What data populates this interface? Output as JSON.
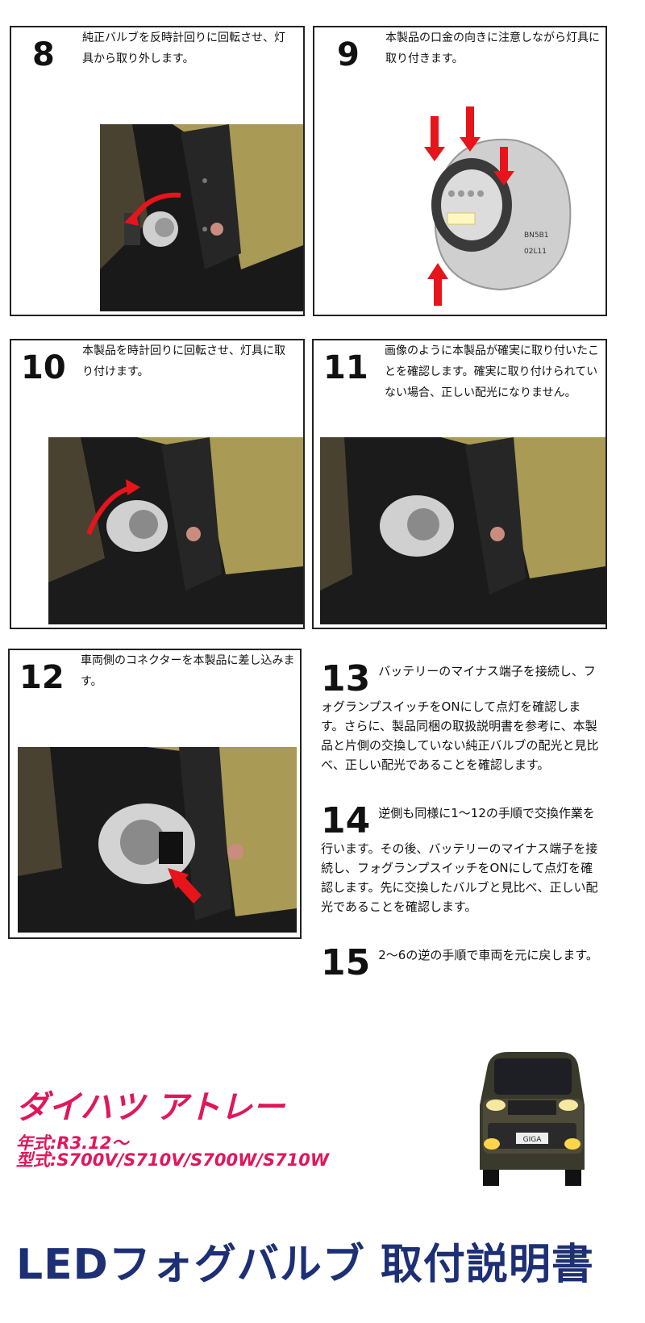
{
  "steps": {
    "s8": {
      "number": "8",
      "text": "純正バルブを反時計回りに回転させ、灯具から取り外します。"
    },
    "s9": {
      "number": "9",
      "text": "本製品の口金の向きに注意しながら灯具に取り付きます。"
    },
    "s10": {
      "number": "10",
      "text": "本製品を時計回りに回転させ、灯具に取り付けます。"
    },
    "s11": {
      "number": "11",
      "text": "画像のように本製品が確実に取り付いたことを確認します。確実に取り付けられていない場合、正しい配光になりません。"
    },
    "s12": {
      "number": "12",
      "text": "車両側のコネクターを本製品に差し込みます。"
    },
    "s13": {
      "number": "13",
      "text": "バッテリーのマイナス端子を接続し、フォグランプスイッチをONにして点灯を確認します。さらに、製品同梱の取扱説明書を参考に、本製品と片側の交換していない純正バルブの配光と見比べ、正しい配光であることを確認します。"
    },
    "s14": {
      "number": "14",
      "text": "逆側も同様に1～12の手順で交換作業を行います。その後、バッテリーのマイナス端子を接続し、フォグランプスイッチをONにして点灯を確認します。先に交換したバルブと見比べ、正しい配光であることを確認します。"
    },
    "s15": {
      "number": "15",
      "text": "2～6の逆の手順で車両を元に戻します。"
    }
  },
  "bulb_print": {
    "line1": "BN5B1",
    "line2": "02L11"
  },
  "footer": {
    "brand": "ダイハツ アトレー",
    "year": "年式:R3.12～",
    "model": "型式:S700V/S710V/S700W/S710W",
    "title": "LEDフォグバルブ 取付説明書",
    "car_plate": "GIGA"
  },
  "colors": {
    "brand_pink": "#e0175a",
    "title_navy": "#1d2f75",
    "arrow_red": "#e8141b"
  }
}
